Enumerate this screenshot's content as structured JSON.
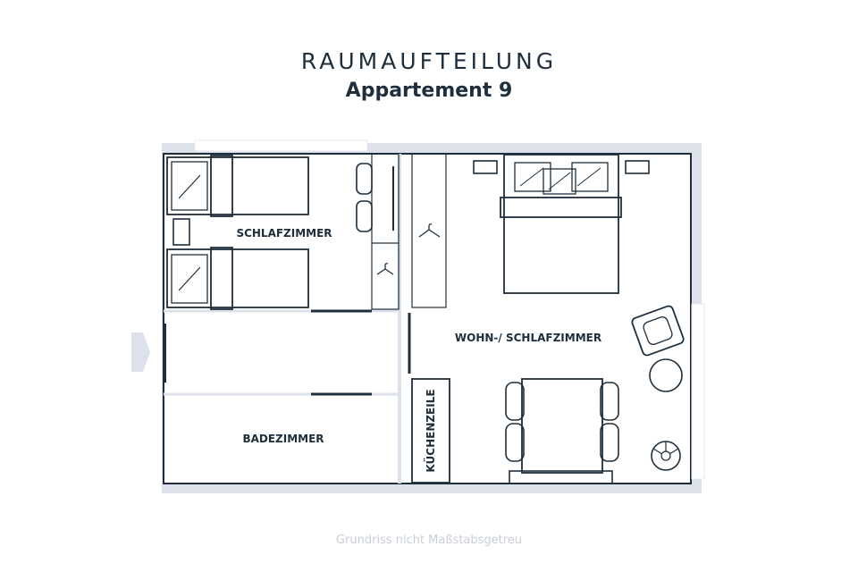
{
  "header": {
    "title": "RAUMAUFTEILUNG",
    "subtitle": "Appartement 9"
  },
  "rooms": {
    "bedroom": "SCHLAFZIMMER",
    "living": "WOHN-/ SCHLAFZIMMER",
    "bathroom": "BADEZIMMER",
    "kitchen": "KÜCHENZEILE"
  },
  "footer": {
    "note": "Grundriss nicht Maßstabsgetreu"
  },
  "colors": {
    "line": "#1e2e3c",
    "shade": "#dde1ea",
    "text_muted": "#c9ced6"
  }
}
